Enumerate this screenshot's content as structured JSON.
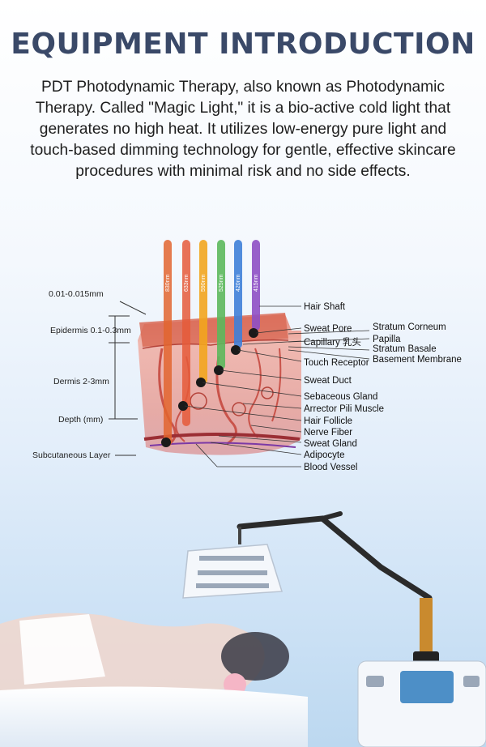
{
  "title": "EQUIPMENT INTRODUCTION",
  "intro": "PDT Photodynamic Therapy, also known as Photodynamic Therapy. Called \"Magic Light,\" it is a bio-active cold light that generates no high heat. It utilizes low-energy pure light and touch-based dimming technology for gentle, effective skincare procedures with minimal risk and no side effects.",
  "beams": [
    {
      "label": "830nm",
      "color": "#e2652f"
    },
    {
      "label": "633nm",
      "color": "#e55a3a"
    },
    {
      "label": "590nm",
      "color": "#f2a51e"
    },
    {
      "label": "525nm",
      "color": "#5cb85c"
    },
    {
      "label": "420nm",
      "color": "#3f80d8"
    },
    {
      "label": "415nm",
      "color": "#8e4fc4"
    }
  ],
  "left_labels": {
    "thickness": "0.01-0.015mm",
    "epidermis": "Epidermis 0.1-0.3mm",
    "dermis": "Dermis 2-3mm",
    "depth": "Depth (mm)",
    "subcutaneous": "Subcutaneous Layer"
  },
  "right_labels": {
    "hair_shaft": "Hair Shaft",
    "sweat_pore": "Sweat Pore",
    "capillary": "Capillary 乳头",
    "touch_receptor": "Touch Receptor",
    "sweat_duct": "Sweat Duct",
    "sebaceous_gland": "Sebaceous Gland",
    "arrector": "Arrector Pili Muscle",
    "hair_follicle": "Hair Follicle",
    "nerve_fiber": "Nerve Fiber",
    "sweat_gland": "Sweat Gland",
    "adipocyte": "Adipocyte",
    "blood_vessel": "Blood Vessel"
  },
  "far_right_labels": {
    "stratum_corneum": "Stratum Corneum",
    "papilla": "Papilla",
    "stratum_basale": "Stratum Basale",
    "basement_membrane": "Basement Membrane"
  },
  "colors": {
    "title": "#3a4968",
    "skin": "#e9a3a0",
    "epidermis": "#d9745e"
  }
}
